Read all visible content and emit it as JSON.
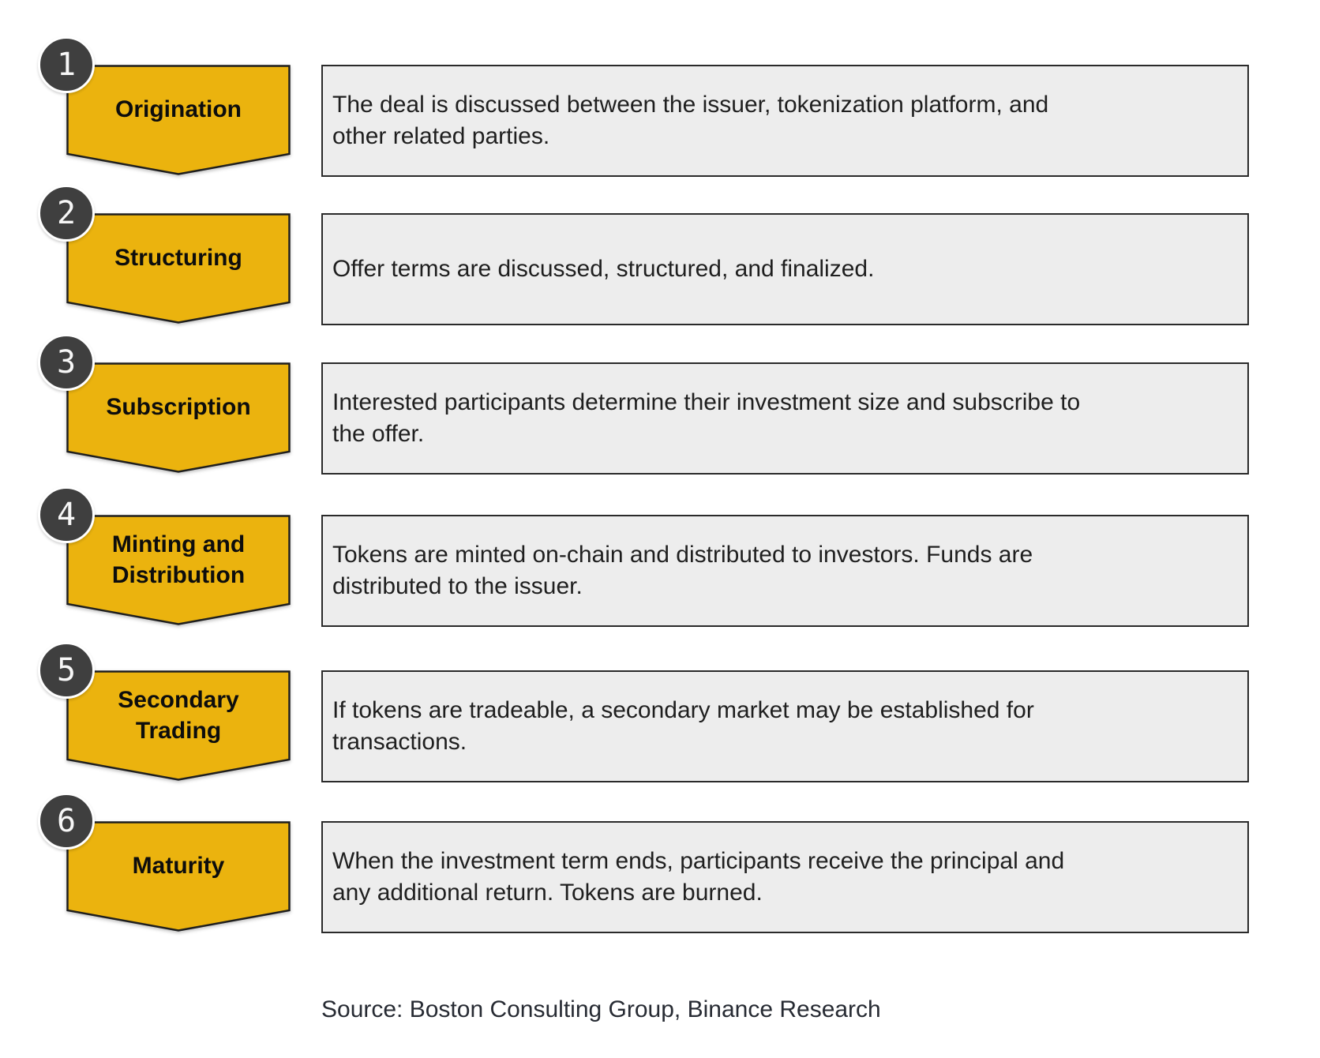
{
  "page": {
    "background": "#ffffff",
    "source_note": "Source: Boston Consulting Group, Binance Research"
  },
  "colors": {
    "banner_fill": "#ebb30e",
    "banner_stroke": "#1e1e1e",
    "badge_fill": "#3f3f3f",
    "badge_text": "#f7f7f7",
    "box_fill": "#ededed",
    "box_stroke": "#2a2a2a",
    "label_text": "#0d0d0d",
    "description_text": "#1f1f1f"
  },
  "steps": [
    {
      "number": "1",
      "label": "Origination",
      "description": "The deal is discussed between the issuer, tokenization platform, and\nother related parties."
    },
    {
      "number": "2",
      "label": "Structuring",
      "description": "Offer terms are discussed, structured, and finalized."
    },
    {
      "number": "3",
      "label": "Subscription",
      "description": "Interested participants determine their investment size and subscribe to\nthe offer."
    },
    {
      "number": "4",
      "label": "Minting and\nDistribution",
      "description": "Tokens are minted on-chain and distributed to investors. Funds are\ndistributed to the issuer."
    },
    {
      "number": "5",
      "label": "Secondary\nTrading",
      "description": "If tokens are tradeable, a secondary market may be established for\ntransactions."
    },
    {
      "number": "6",
      "label": "Maturity",
      "description": "When the investment term ends, participants receive the principal and\nany additional return. Tokens are burned."
    }
  ]
}
